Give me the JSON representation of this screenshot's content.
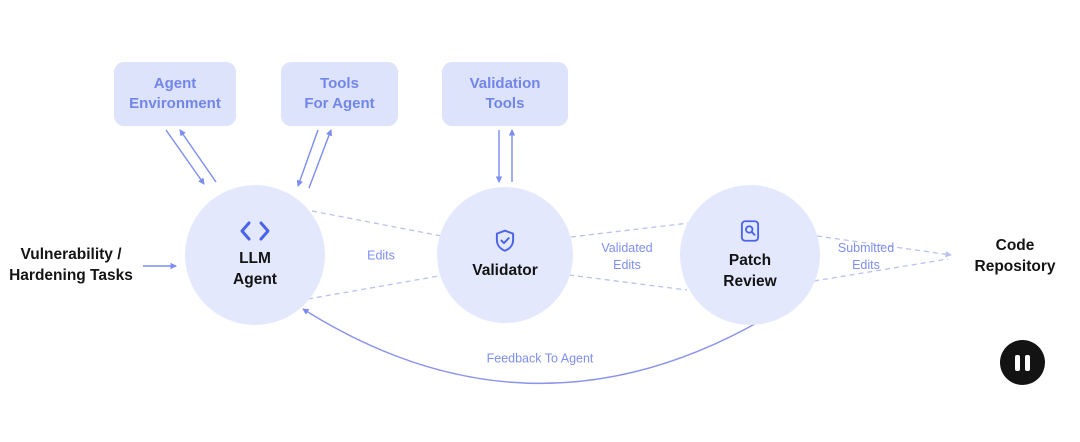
{
  "diagram": {
    "resource_boxes": [
      {
        "label": "Agent\nEnvironment"
      },
      {
        "label": "Tools\nFor Agent"
      },
      {
        "label": "Validation\nTools"
      }
    ],
    "nodes": [
      {
        "label": "LLM\nAgent",
        "icon": "code-icon"
      },
      {
        "label": "Validator",
        "icon": "shield-check-icon"
      },
      {
        "label": "Patch\nReview",
        "icon": "document-search-icon"
      }
    ],
    "input_label": "Vulnerability /\nHardening Tasks",
    "output_label": "Code\nRepository",
    "edge_labels": {
      "edits": "Edits",
      "validated_edits": "Validated\nEdits",
      "submitted_edits": "Submitted\nEdits",
      "feedback": "Feedback To Agent"
    },
    "colors": {
      "box_fill": "#dce3fb",
      "box_text": "#7286ea",
      "node_fill": "#e3e8fd",
      "icon_accent": "#4a63ea",
      "arrow": "#7b8df0",
      "dashed_line": "#b9c1ee",
      "label_text": "#141414",
      "pause_bg": "#131313"
    },
    "icons": {
      "llm_agent": "code-icon",
      "validator": "shield-check-icon",
      "patch_review": "document-search-icon",
      "control": "pause-icon"
    }
  }
}
